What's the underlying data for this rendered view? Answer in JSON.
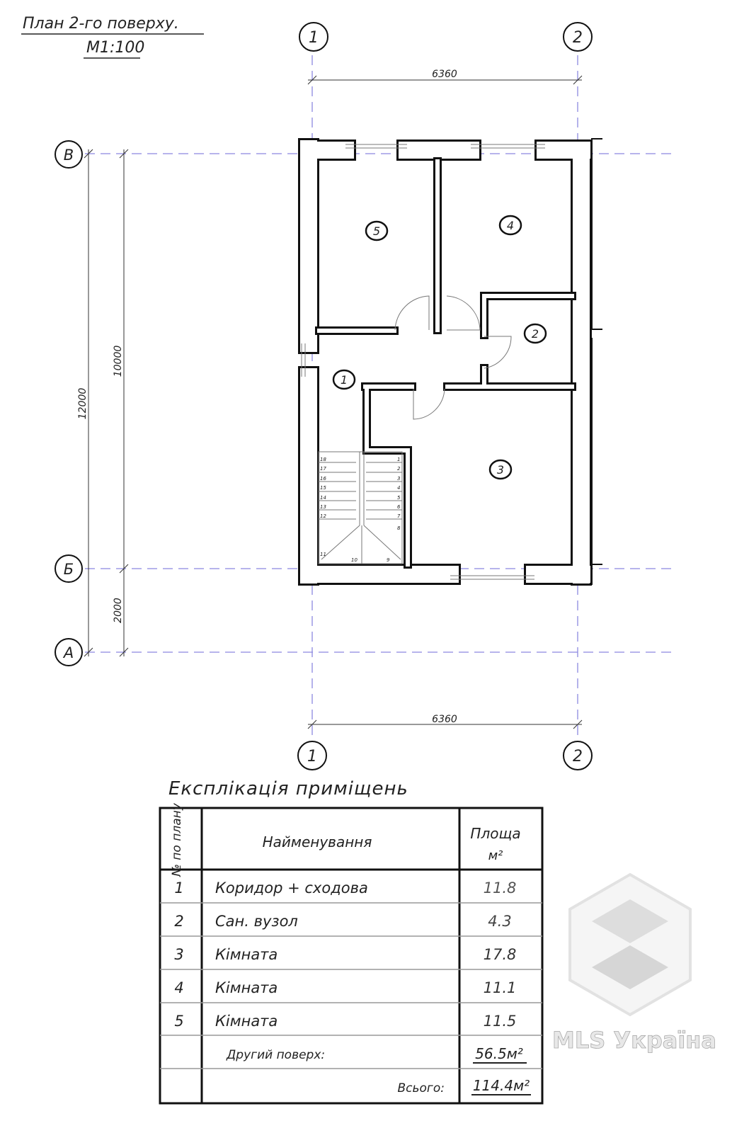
{
  "title": {
    "line1": "План 2-го поверху.",
    "line2": "М1:100"
  },
  "axes": {
    "vertical": [
      "1",
      "2"
    ],
    "horizontal": [
      "В",
      "Б",
      "А"
    ]
  },
  "dimensions": {
    "top": "6360",
    "bottom": "6360",
    "left_total": "12000",
    "left_main": "10000",
    "left_small": "2000"
  },
  "rooms": [
    "1",
    "2",
    "3",
    "4",
    "5"
  ],
  "stairs": {
    "left": [
      "18",
      "17",
      "16",
      "15",
      "14",
      "13",
      "12"
    ],
    "right": [
      "1",
      "2",
      "3",
      "4",
      "5",
      "6",
      "7",
      "8"
    ],
    "bottom": [
      "11",
      "10",
      "9"
    ]
  },
  "table": {
    "title": "Експлікація приміщень",
    "headers": {
      "num": "№ по плану",
      "name": "Найменування",
      "area": "Площа",
      "area_unit": "м²"
    },
    "rows": [
      {
        "num": "1",
        "name": "Коридор + сходова",
        "area": "11.8"
      },
      {
        "num": "2",
        "name": "Сан. вузол",
        "area": "4.3"
      },
      {
        "num": "3",
        "name": "Кімната",
        "area": "17.8"
      },
      {
        "num": "4",
        "name": "Кімната",
        "area": "11.1"
      },
      {
        "num": "5",
        "name": "Кімната",
        "area": "11.5"
      }
    ],
    "subtotal": {
      "label": "Другий поверх:",
      "value": "56.5м²"
    },
    "total": {
      "label": "Всього:",
      "value": "114.4м²"
    }
  },
  "watermark": {
    "text": "MLS Україна"
  },
  "colors": {
    "axis": "#8c88e0",
    "ink": "#111111"
  }
}
